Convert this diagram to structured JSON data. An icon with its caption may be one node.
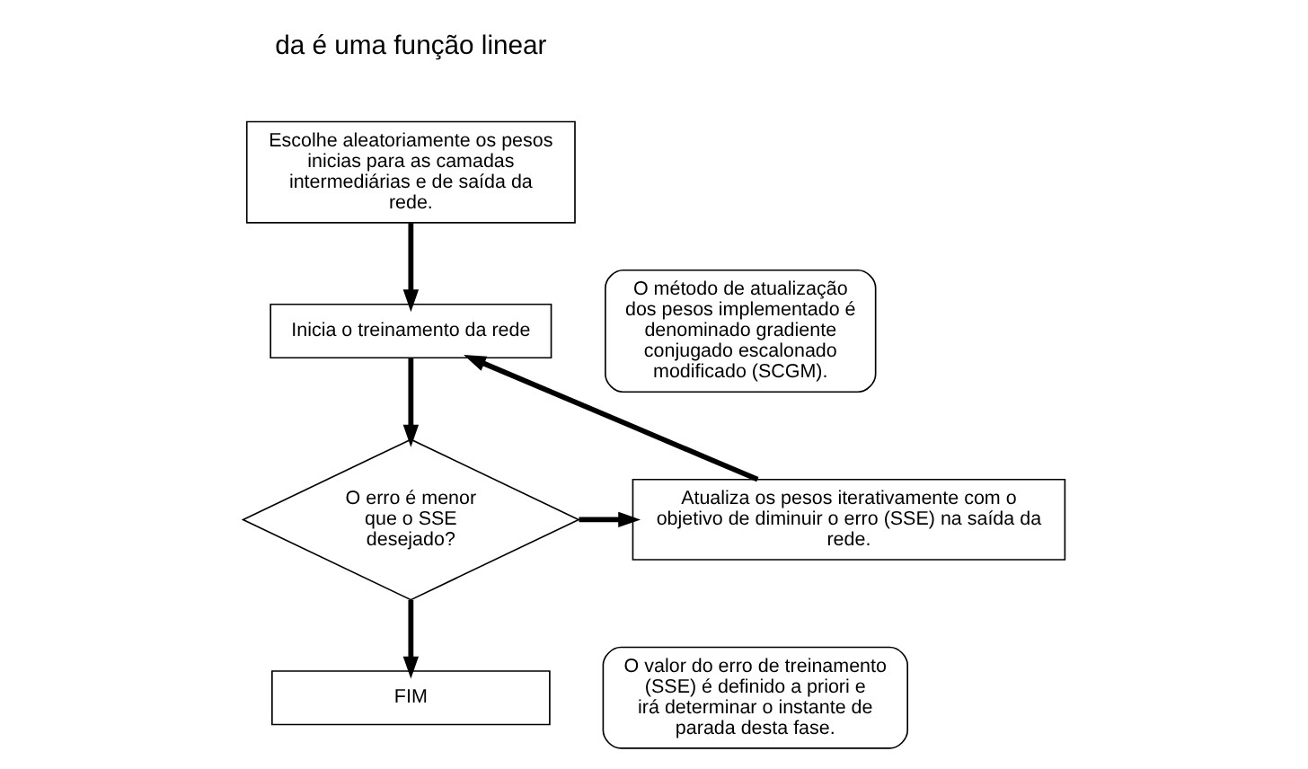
{
  "diagram": {
    "nodes": [
      {
        "text": [
          "Escolhe aleatoriamente os pesos inicias para as camadas intermediárias e de saída da rede."
        ]
      },
      {
        "text": [
          "Inicia o treinamento da rede"
        ]
      },
      {
        "text": [
          "O erro é menor que o SSE desejado?"
        ]
      },
      {
        "text": [
          "Atualiza os pesos iterativamente com o objetivo de diminuir o erro (SSE) na saída da rede."
        ]
      },
      {
        "text": [
          "FIM"
        ]
      },
      {
        "text": [
          "O método de atualização dos pesos implementado é denominado gradiente conjugado escalonado modificado (SCGM)."
        ]
      },
      {
        "text": [
          "O valor do erro de treinamento (SSE) é definido a priori e irá determinar o instante de parada desta fase."
        ]
      }
    ],
    "edges": [
      {
        "from": 0,
        "to": 1,
        "arrow": "to"
      },
      {
        "from": 1,
        "to": 2,
        "arrow": "to"
      },
      {
        "from": 2,
        "to": 3,
        "arrow": "to"
      },
      {
        "from": 2,
        "to": 4,
        "arrow": "to"
      },
      {
        "from": 3,
        "to": 1,
        "arrow": "to"
      }
    ],
    "labels": [
      "da é uma função linear"
    ]
  }
}
